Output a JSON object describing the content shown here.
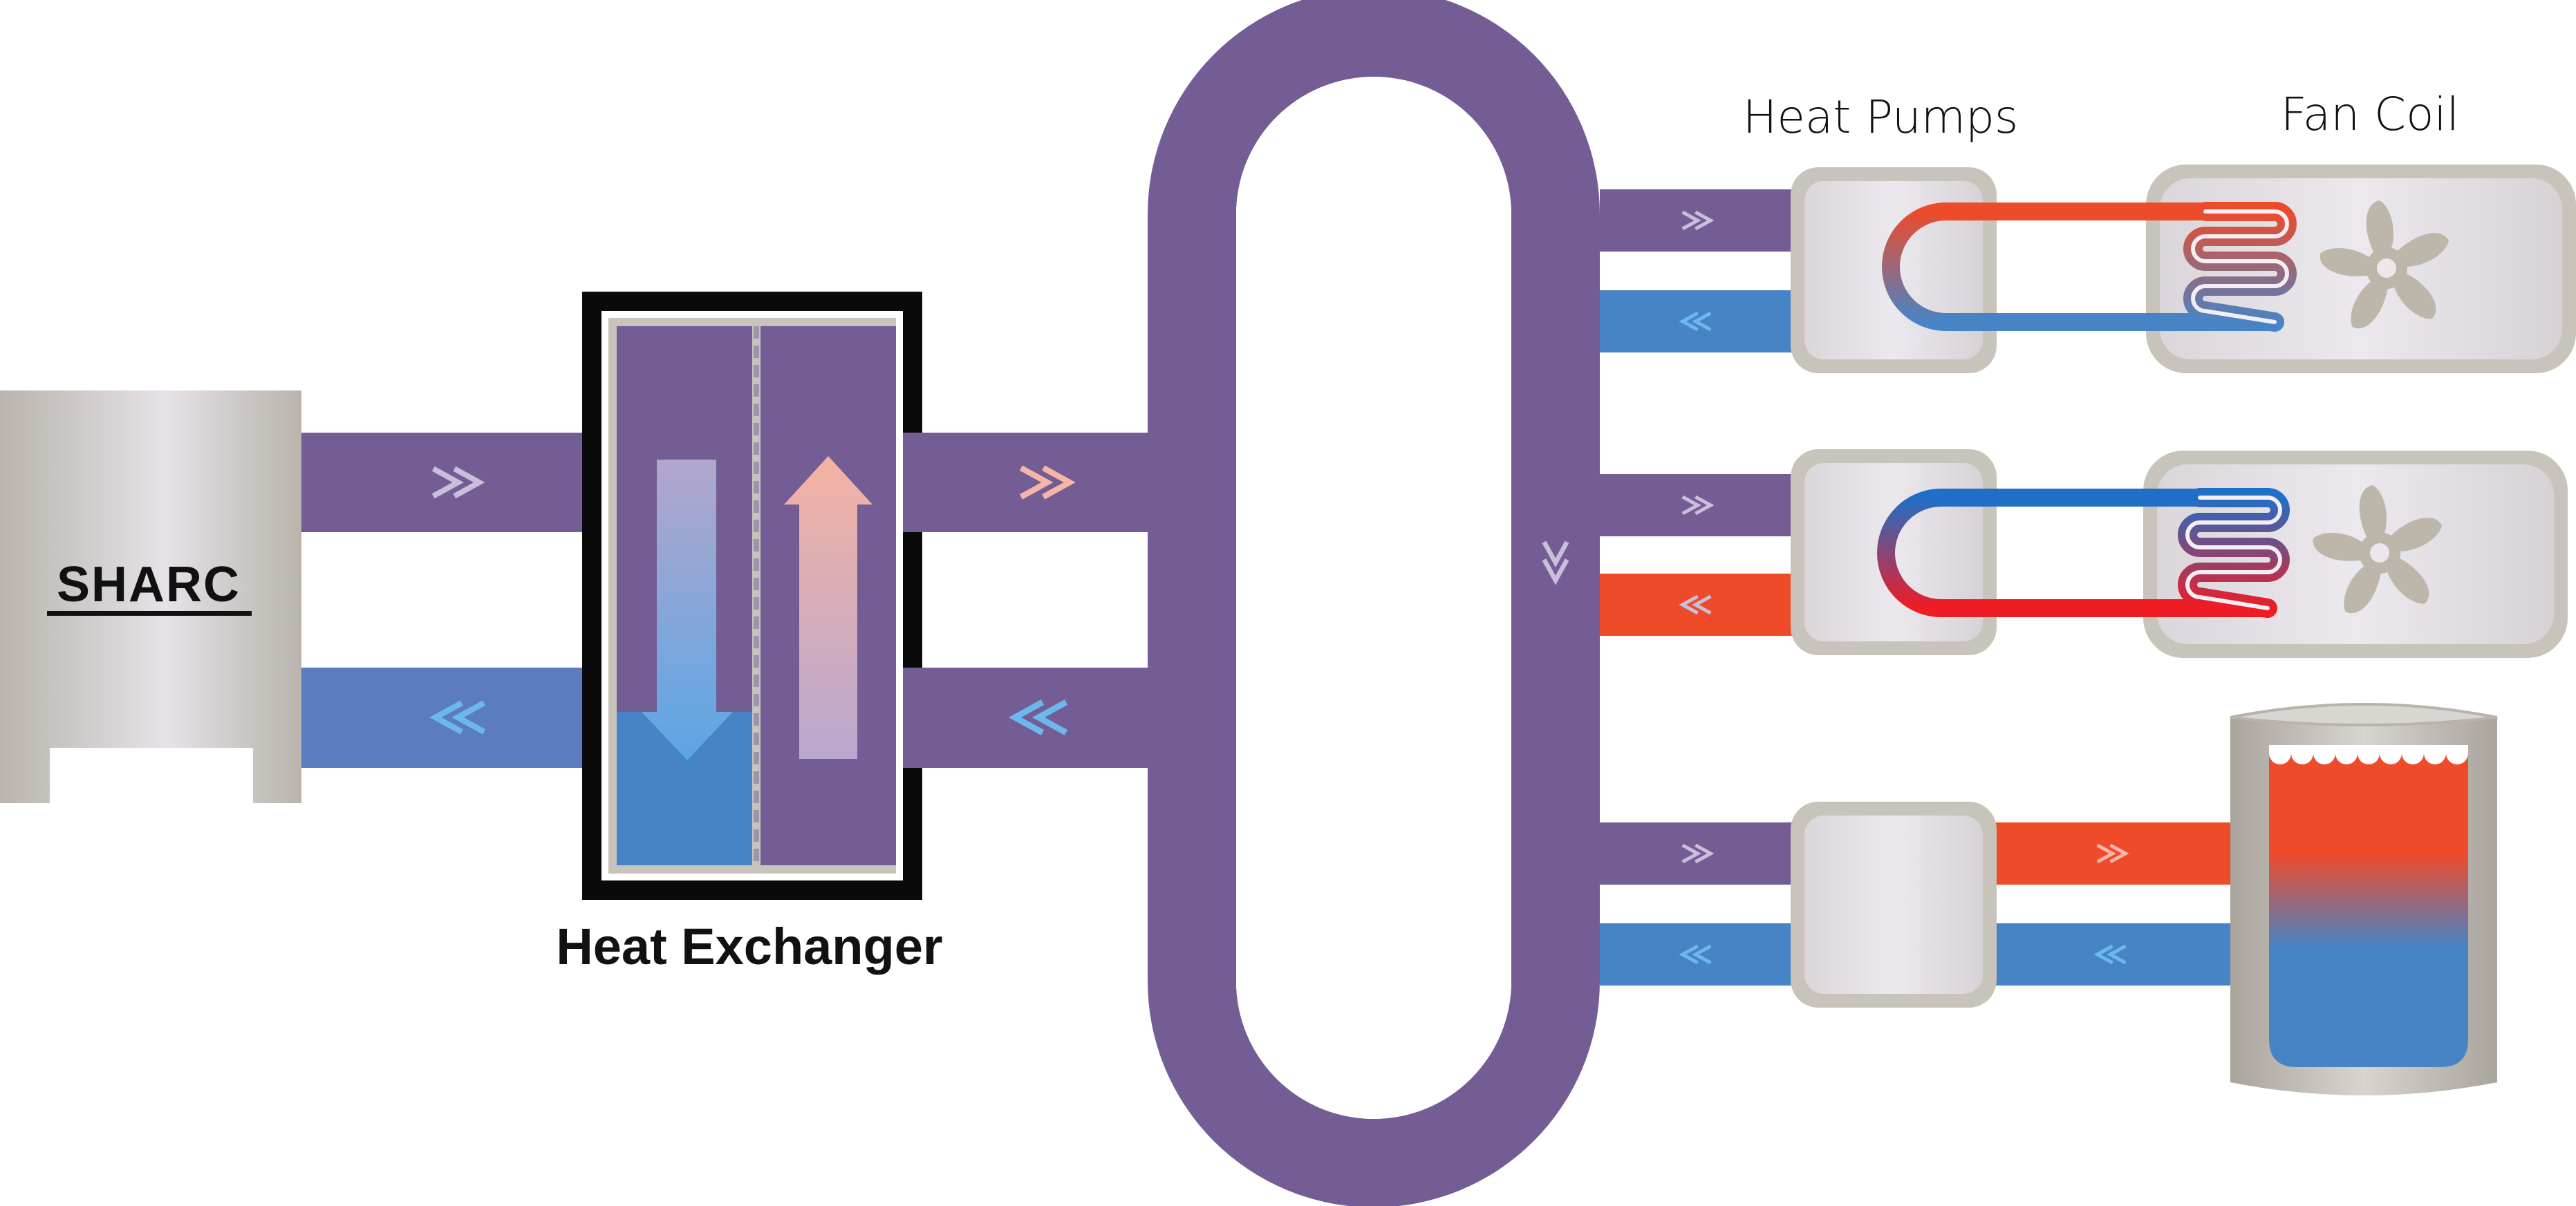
{
  "labels": {
    "sharc": "SHARC",
    "heat_exchanger": "Heat Exchanger",
    "heat_pumps": "Heat Pumps",
    "fan_coil": "Fan Coil"
  },
  "colors": {
    "loop_purple": "#735d94",
    "cold_blue": "#4784c6",
    "hot_red": "#ee4b2b",
    "equipment_grey": "#cbc6bd",
    "equipment_light": "#e6e2e8",
    "hx_border": "#0a0a0a",
    "arrow_light": "#c9bfdb",
    "arrow_peach": "#f6b5a6",
    "arrow_sky": "#6cb8ee",
    "fan_blade": "#bdb6aa"
  },
  "icons": {
    "flow": "chevron-arrow-icon",
    "fan": "fan-icon",
    "coil": "serpentine-coil-icon",
    "tank_water": "water-tank-icon"
  }
}
